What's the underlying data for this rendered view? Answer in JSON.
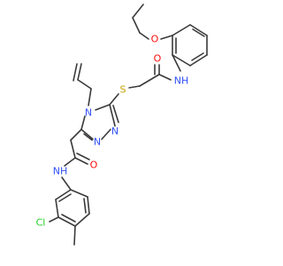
{
  "colors": {
    "bond": "#3a3a3a",
    "O": "#ff0d0d",
    "N": "#3050f8",
    "S": "#c8a000",
    "Cl": "#1fd01f"
  },
  "atoms": {
    "o_ether": "O",
    "o_amide_top": "O",
    "nh_top": "NH",
    "s_link": "S",
    "n_ring_allyl": "N",
    "n_ring_a": "N",
    "n_ring_b": "N",
    "o_amide_bottom": "O",
    "nh_bottom": "NH",
    "cl": "Cl"
  }
}
